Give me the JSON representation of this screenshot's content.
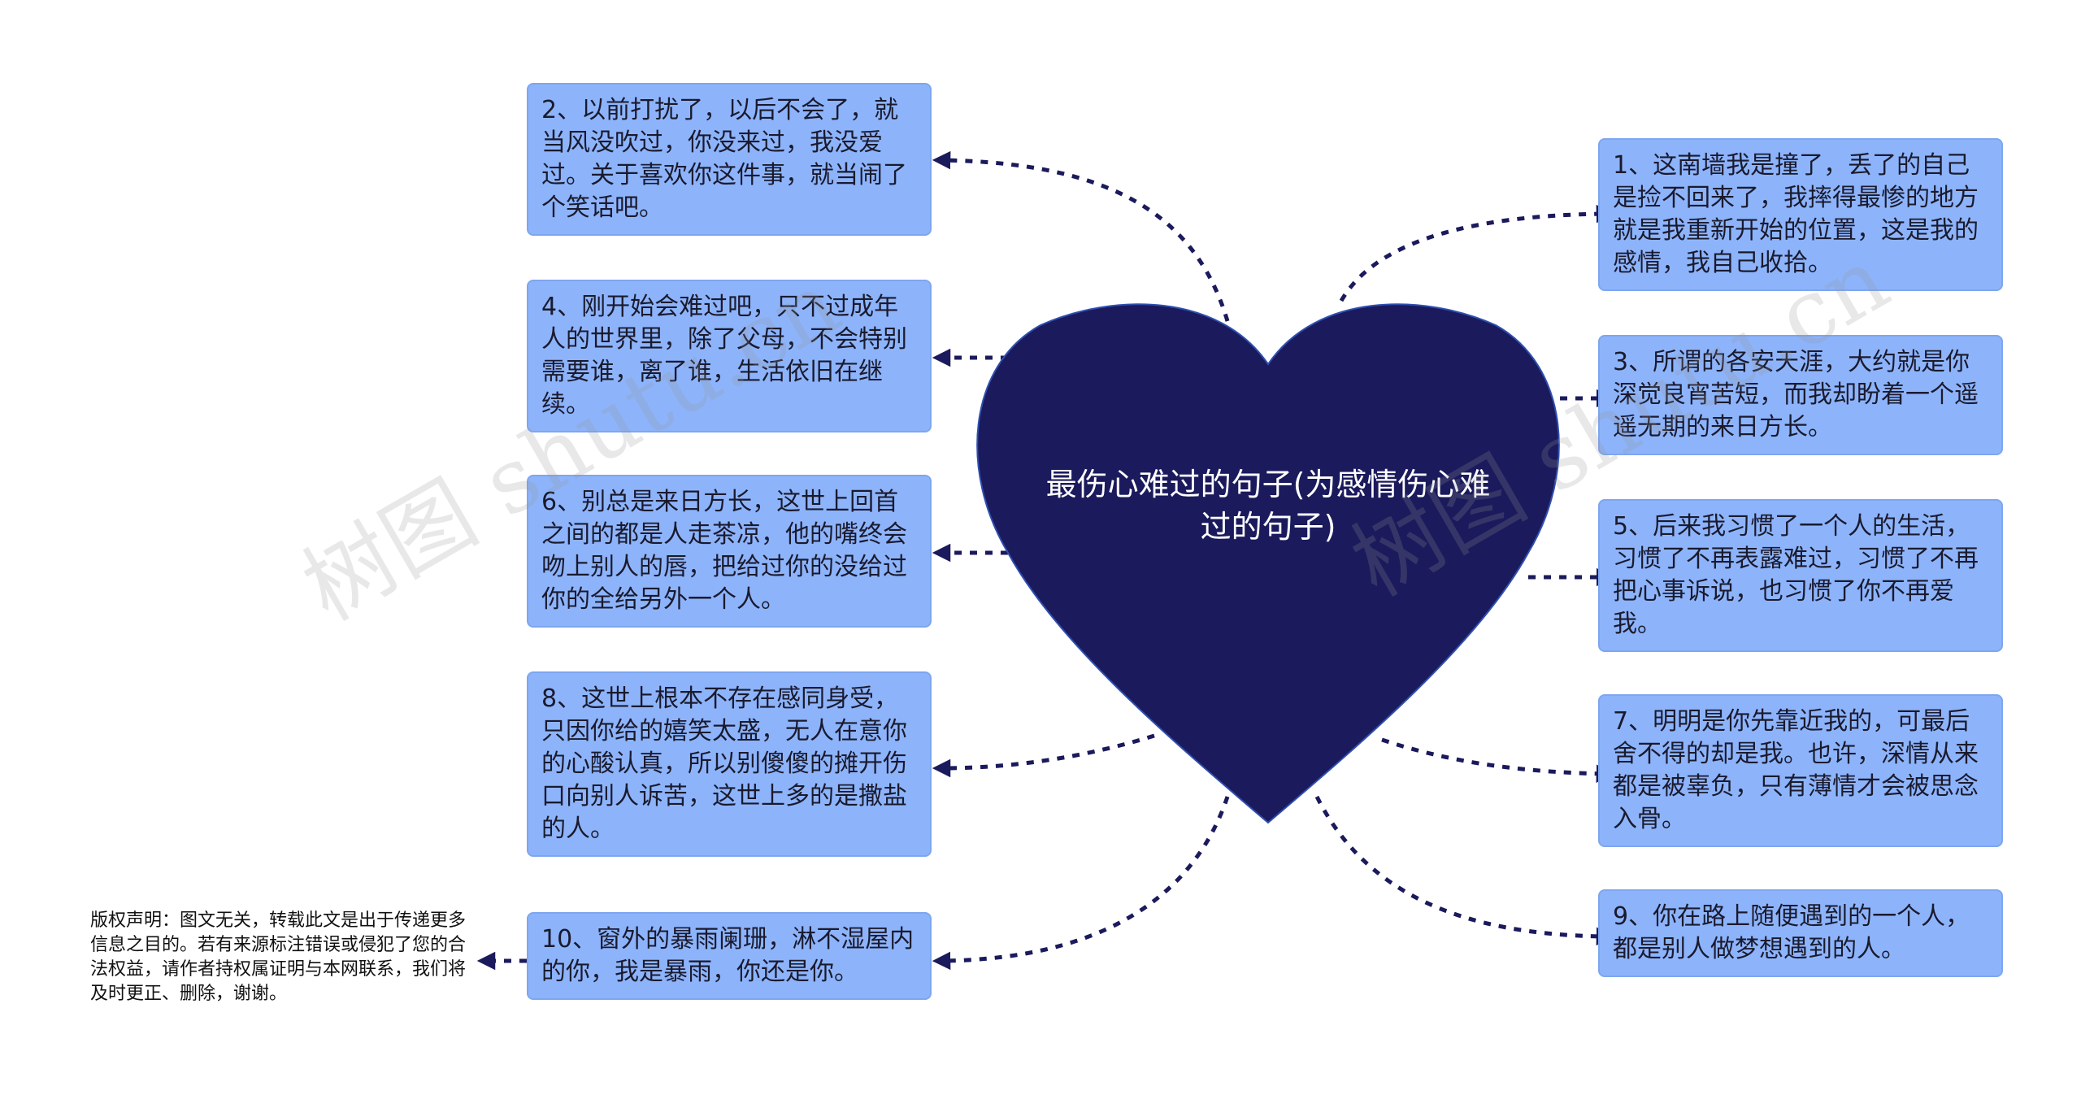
{
  "center": {
    "title": "最伤心难过的句子(为感情伤心难过的句子)"
  },
  "nodes": [
    "1、这南墙我是撞了，丢了的自己是捡不回来了，我摔得最惨的地方就是我重新开始的位置，这是我的感情，我自己收拾。",
    "2、以前打扰了，以后不会了，就当风没吹过，你没来过，我没爱过。关于喜欢你这件事，就当闹了个笑话吧。",
    "3、所谓的各安天涯，大约就是你深觉良宵苦短，而我却盼着一个遥遥无期的来日方长。",
    "4、刚开始会难过吧，只不过成年人的世界里，除了父母，不会特别需要谁，离了谁，生活依旧在继续。",
    "5、后来我习惯了一个人的生活，习惯了不再表露难过，习惯了不再把心事诉说，也习惯了你不再爱我。",
    "6、别总是来日方长，这世上回首之间的都是人走茶凉，他的嘴终会吻上别人的唇，把给过你的没给过你的全给另外一个人。",
    "7、明明是你先靠近我的，可最后舍不得的却是我。也许，深情从来都是被辜负，只有薄情才会被思念入骨。",
    "8、这世上根本不存在感同身受，只因你给的嬉笑太盛，无人在意你的心酸认真，所以别傻傻的摊开伤口向别人诉苦，这世上多的是撒盐的人。",
    "9、你在路上随便遇到的一个人，都是别人做梦想遇到的人。",
    "10、窗外的暴雨阑珊，淋不湿屋内的你，我是暴雨，你还是你。"
  ],
  "note": "版权声明：图文无关，转载此文是出于传递更多信息之目的。若有来源标注错误或侵犯了您的合法权益，请作者持权属证明与本网联系，我们将及时更正、删除，谢谢。",
  "watermark": "树图 shutu.cn",
  "colors": {
    "heart": "#1b1a5c",
    "node_fill": "#8db4fb",
    "node_border": "#7ea6f0",
    "link": "#1b1a5c"
  }
}
